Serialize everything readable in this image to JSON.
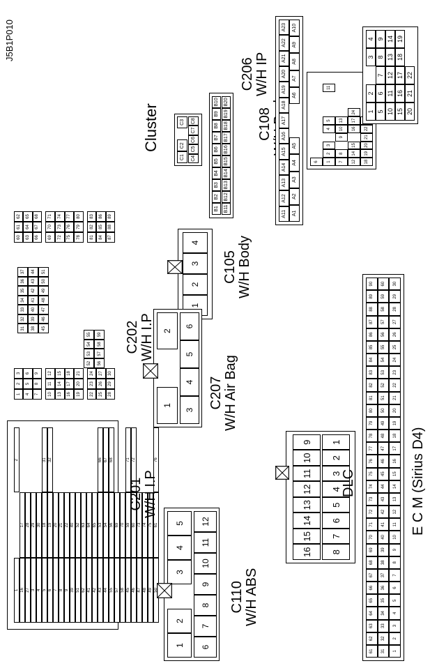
{
  "figure_code": "J5B1P010",
  "labels": {
    "c108": [
      "C108",
      "W/H Body"
    ],
    "c206": [
      "C206",
      "W/H IP"
    ],
    "cluster": [
      "Cluster"
    ],
    "c105": [
      "C105",
      "W/H Body"
    ],
    "c202": [
      "C202",
      "W/H I.P"
    ],
    "c201": [
      "C201",
      "W/H I.P"
    ],
    "c207": [
      "C207",
      "W/H Air Bag"
    ],
    "dlc": [
      "DLC"
    ],
    "c110": [
      "C110",
      "W/H ABS"
    ],
    "ecm": [
      "E C M (Sirius D4)"
    ]
  },
  "c206": {
    "rowA": [
      "A11",
      "A12",
      "A13",
      "A14",
      "A15",
      "A16",
      "A17",
      "A18",
      "A19",
      "A20",
      "A21",
      "A22",
      "A23"
    ],
    "rowB": [
      "A1",
      "A2",
      "A3",
      "A4",
      "A5",
      "",
      "",
      "A6",
      "A7",
      "A8",
      "A9",
      "A10"
    ]
  },
  "cluster": {
    "b_top": [
      "B1",
      "B2",
      "B3",
      "B4",
      "B5",
      "B6",
      "B7",
      "B8",
      "B9",
      "B10"
    ],
    "b_bot": [
      "B11",
      "B12",
      "B13",
      "B14",
      "B15",
      "B16",
      "B17",
      "B18",
      "B19",
      "B20"
    ],
    "c_top": [
      "C1",
      "C2",
      "",
      "C3"
    ],
    "c_bot": [
      "C4",
      "C5",
      "C6",
      "C7",
      "C8"
    ]
  },
  "c108": {
    "rows": [
      [
        "6",
        "",
        "",
        "",
        "",
        "",
        "",
        "",
        "",
        "",
        ""
      ],
      [
        "1",
        "2",
        "3",
        "",
        "4",
        "5",
        "",
        "",
        "",
        "11"
      ],
      [
        "7",
        "8",
        "",
        "9",
        "10",
        "13"
      ],
      [
        "12",
        "14",
        "15",
        "",
        "16",
        "17",
        "24"
      ],
      [
        "18",
        "19",
        "20",
        "21",
        "22",
        "23"
      ]
    ]
  },
  "c105": [
    "1",
    "2",
    "3",
    "4"
  ],
  "c207": {
    "top": [
      "1",
      "",
      "2"
    ],
    "bot": [
      "3",
      "4",
      "5",
      "6"
    ]
  },
  "c110": {
    "top": [
      "1",
      "2",
      "",
      "3",
      "4",
      "5"
    ],
    "bot": [
      "6",
      "7",
      "8",
      "9",
      "10",
      "11",
      "12"
    ]
  },
  "dlc": {
    "top": [
      "16",
      "15",
      "14",
      "13",
      "12",
      "11",
      "10",
      "9"
    ],
    "bot": [
      "8",
      "7",
      "6",
      "5",
      "4",
      "3",
      "2",
      "1"
    ]
  },
  "ecm": {
    "rows": [
      [
        "61",
        "62",
        "63",
        "64",
        "65",
        "66",
        "67",
        "68",
        "69",
        "70",
        "71",
        "72",
        "73",
        "74",
        "75",
        "76",
        "77",
        "78",
        "79",
        "80",
        "81",
        "82",
        "83",
        "84",
        "85",
        "86",
        "87",
        "88",
        "89",
        "90"
      ],
      [
        "31",
        "32",
        "33",
        "34",
        "35",
        "36",
        "37",
        "38",
        "39",
        "40",
        "41",
        "42",
        "43",
        "44",
        "45",
        "46",
        "47",
        "48",
        "49",
        "50",
        "51",
        "52",
        "53",
        "54",
        "55",
        "56",
        "57",
        "58",
        "59",
        "60"
      ],
      [
        "1",
        "2",
        "3",
        "4",
        "5",
        "6",
        "7",
        "8",
        "9",
        "10",
        "11",
        "12",
        "13",
        "14",
        "15",
        "16",
        "17",
        "18",
        "19",
        "20",
        "21",
        "22",
        "23",
        "24",
        "25",
        "26",
        "27",
        "28",
        "29",
        "30"
      ]
    ]
  },
  "c202": {
    "blockA": [
      [
        "1",
        "2",
        "3"
      ],
      [
        "4",
        "5",
        "6"
      ],
      [
        "7",
        "8",
        "9"
      ]
    ],
    "blockB": [
      [
        "10",
        "11",
        "12"
      ],
      [
        "13",
        "14",
        "15"
      ],
      [
        "16",
        "17",
        "18"
      ],
      [
        "19",
        "20",
        "21"
      ]
    ],
    "blockC": [
      [
        "22",
        "23",
        "24"
      ],
      [
        "25",
        "26",
        "27"
      ],
      [
        "28",
        "29",
        "30"
      ]
    ],
    "blockD": [
      [
        "31",
        "32",
        "33",
        "34",
        "35",
        "36",
        "37"
      ],
      [
        "38",
        "39",
        "40",
        "41",
        "42",
        "43",
        "44"
      ],
      [
        "45",
        "46",
        "47",
        "48",
        "49",
        "50",
        "51"
      ]
    ],
    "blockE": [
      [
        "52",
        "53",
        "54",
        "55"
      ],
      [
        "56",
        "57",
        "58",
        "59"
      ]
    ],
    "blockF": [
      [
        "60",
        "61",
        "62"
      ],
      [
        "63",
        "64",
        "65"
      ],
      [
        "66",
        "67",
        "68"
      ]
    ],
    "blockG": [
      [
        "69",
        "70",
        "71"
      ],
      [
        "72",
        "73",
        "74"
      ],
      [
        "75",
        "76",
        "77"
      ],
      [
        "78",
        "79",
        "80"
      ]
    ],
    "blockH": [
      [
        "81",
        "82",
        "83"
      ],
      [
        "84",
        "85",
        "86"
      ],
      [
        "87",
        "88",
        "89"
      ]
    ]
  },
  "c201": {
    "left": [
      [
        "1",
        "",
        "2"
      ],
      [
        "16",
        "17"
      ],
      [
        "27",
        "28"
      ],
      [
        "3",
        "29"
      ],
      [
        "4",
        "30"
      ],
      [
        "5",
        "18",
        "31"
      ],
      [
        "6",
        "19",
        "32"
      ],
      [
        "7",
        "20"
      ],
      [
        "8",
        "21"
      ],
      [
        "9",
        "22"
      ],
      [
        "10",
        "23"
      ],
      [
        "11",
        "24"
      ],
      [
        "12",
        "25"
      ],
      [
        "13",
        "26"
      ],
      [
        "14",
        "15"
      ],
      [
        "36",
        "37"
      ],
      [
        "38"
      ]
    ],
    "right": [
      [
        "39",
        "40"
      ],
      [
        "51",
        "52"
      ],
      [
        "62",
        "63"
      ],
      [
        "41",
        "64"
      ],
      [
        "42",
        "65"
      ],
      [
        "43",
        "53",
        "66"
      ],
      [
        "44",
        "54",
        "67"
      ],
      [
        "55",
        "56",
        "68"
      ],
      [
        "57",
        "69"
      ],
      [
        "58",
        "70"
      ],
      [
        "45",
        "59",
        "71"
      ],
      [
        "46",
        "60",
        "72"
      ],
      [
        "47",
        "73"
      ],
      [
        "48",
        "74"
      ],
      [
        "49",
        "75"
      ],
      [
        "50",
        "61",
        "76"
      ]
    ]
  }
}
